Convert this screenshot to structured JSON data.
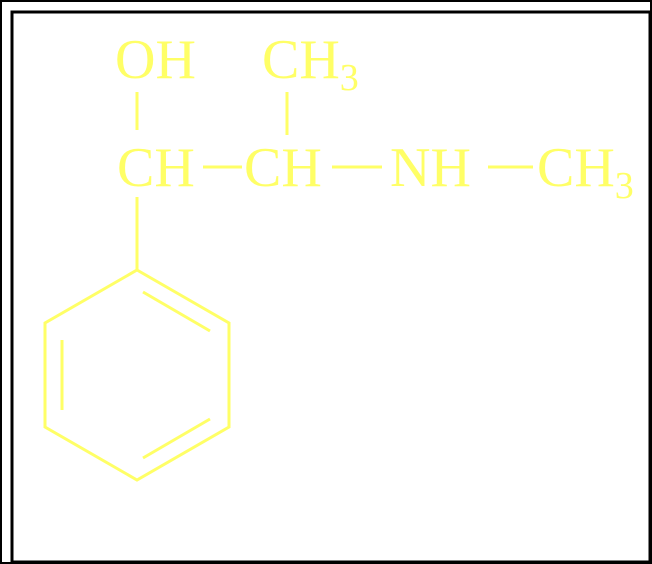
{
  "molecule": {
    "hydroxyl": {
      "symbol": "OH"
    },
    "methyl_top": {
      "symbol": "CH",
      "subscript": "3"
    },
    "backbone": {
      "carbon_1": "CH",
      "carbon_2": "CH",
      "amine": "NH",
      "methyl_end": {
        "symbol": "CH",
        "subscript": "3"
      }
    }
  },
  "colors": {
    "structure": "#ffff66",
    "background": "#ffffff",
    "border": "#000000"
  }
}
